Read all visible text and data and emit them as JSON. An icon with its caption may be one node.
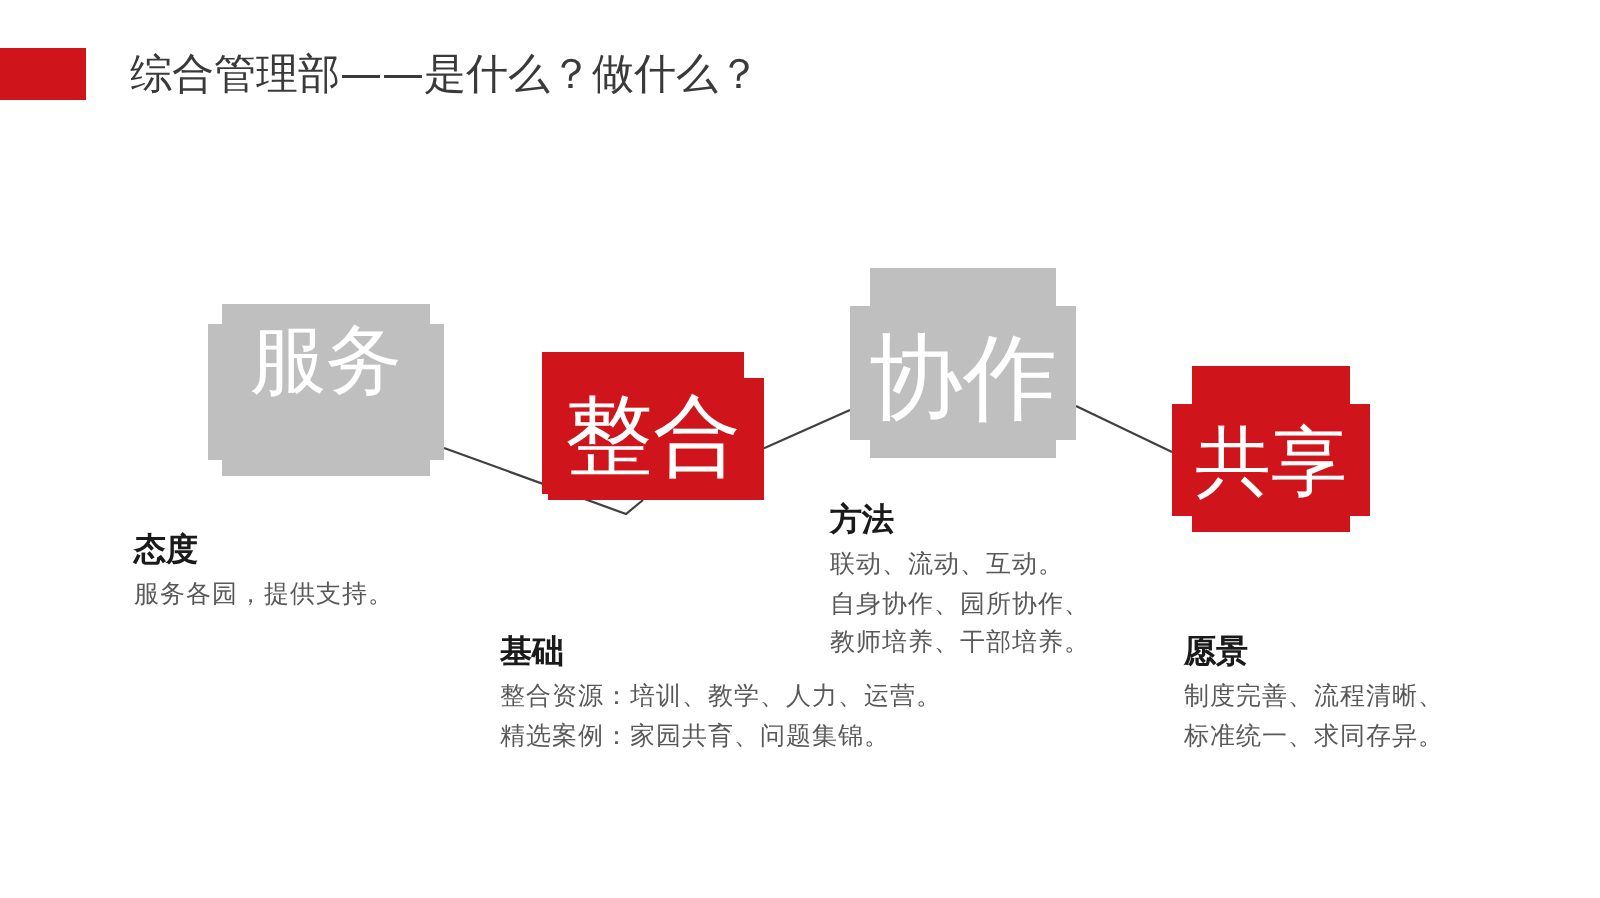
{
  "diagram": {
    "title": "综合管理部——是什么？做什么？",
    "nodes": [
      {
        "text": [
          "服务"
        ],
        "beside": [
          "态度",
          "服务各园，提供支持。"
        ]
      },
      {
        "text": [
          "整合"
        ],
        "beside": [
          "基础",
          "整合资源：培训、教学、人力、运营。",
          "精选案例：家园共育、问题集锦。"
        ]
      },
      {
        "text": [
          "协作"
        ],
        "beside": [
          "方法",
          "联动、流动、互动。",
          "自身协作、园所协作、教师培养、干部培养。"
        ]
      },
      {
        "text": [
          "共享"
        ],
        "beside": [
          "愿景",
          "制度完善、流程清晰、标准统一、求同存异。"
        ]
      }
    ],
    "edges": [
      {
        "from": 0,
        "to": 1,
        "arrow": "none"
      },
      {
        "from": 1,
        "to": 2,
        "arrow": "none"
      },
      {
        "from": 2,
        "to": 3,
        "arrow": "none"
      }
    ]
  }
}
